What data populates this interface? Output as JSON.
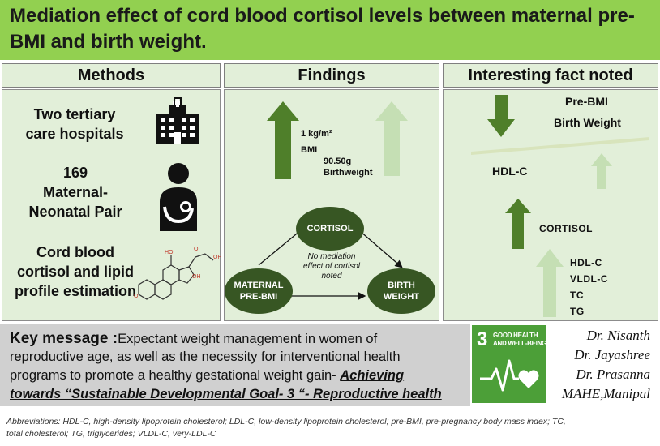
{
  "title": {
    "line1": "Mediation effect of cord blood cortisol levels  between maternal pre-",
    "line2": "BMI and birth weight."
  },
  "headers": {
    "methods": "Methods",
    "findings": "Findings",
    "interesting": "Interesting fact noted"
  },
  "methods": {
    "item1_line1": "Two tertiary",
    "item1_line2": "care hospitals",
    "item2_line1": "169",
    "item2_line2": "Maternal-",
    "item2_line3": "Neonatal Pair",
    "item3_line1": "Cord blood",
    "item3_line2": "cortisol and lipid",
    "item3_line3": "profile estimation",
    "icons": [
      "hospital-icon",
      "mother-child-icon",
      "cortisol-molecule-icon"
    ]
  },
  "findings": {
    "bmi_value": "1 kg/m²",
    "bmi_label": "BMI",
    "bw_value": "90.50g",
    "bw_label": "Birthweight",
    "node_cortisol": "CORTISOL",
    "node_maternal_1": "MATERNAL",
    "node_maternal_2": "PRE-BMI",
    "node_birth_1": "BIRTH",
    "node_birth_2": "WEIGHT",
    "note_1": "No mediation",
    "note_2": "effect of cortisol",
    "note_3": "noted"
  },
  "interesting": {
    "prebmi": "Pre-BMI",
    "birthweight": "Birth Weight",
    "hdlc": "HDL-C",
    "cortisol": "CORTISOL",
    "lipids": [
      "HDL-C",
      "VLDL-C",
      "TC",
      "TG"
    ]
  },
  "key": {
    "label": "Key message :",
    "line1_rest": "Expectant weight management in women of",
    "line2": "reproductive age, as well as the necessity for interventional health",
    "line3_plain": "programs to promote a healthy gestational weight gain- ",
    "line3_bold": "Achieving",
    "line4": "towards “Sustainable Developmental Goal- 3 “- Reproductive health"
  },
  "sdg": {
    "number": "3",
    "line1": "GOOD HEALTH",
    "line2": "AND WELL-BEING"
  },
  "authors": [
    "Dr. Nisanth",
    "Dr. Jayashree",
    "Dr. Prasanna",
    "MAHE,Manipal"
  ],
  "abbreviations": {
    "line1": "Abbreviations: HDL-C, high-density lipoprotein cholesterol; LDL-C, low-density lipoprotein cholesterol; pre-BMI, pre-pregnancy body mass index; TC,",
    "line2": "total cholesterol; TG, triglycerides; VLDL-C, very-LDL-C"
  },
  "colors": {
    "title_bg": "#92d050",
    "panel_bg": "#e2efd9",
    "dark_green": "#4f7f2a",
    "light_green": "#c5dfb4",
    "node_green": "#375623",
    "sdg_green": "#4c9f38"
  }
}
